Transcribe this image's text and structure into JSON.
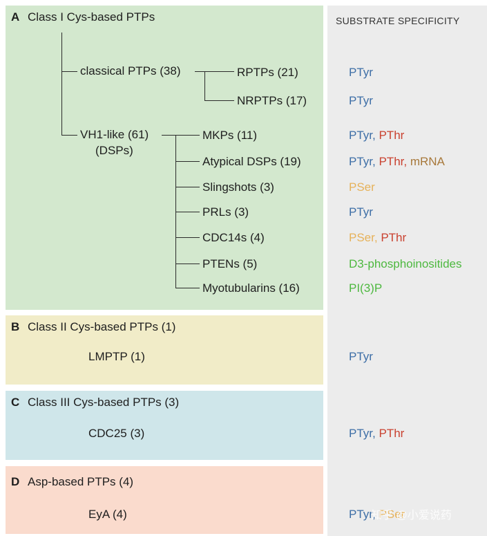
{
  "header": {
    "substrate_specificity": "SUBSTRATE SPECIFICITY"
  },
  "panels": {
    "A": {
      "letter": "A",
      "title": "Class I Cys-based PTPs"
    },
    "B": {
      "letter": "B",
      "title": "Class II Cys-based PTPs (1)",
      "member": "LMPTP (1)"
    },
    "C": {
      "letter": "C",
      "title": "Class III Cys-based PTPs (3)",
      "member": "CDC25 (3)"
    },
    "D": {
      "letter": "D",
      "title": "Asp-based PTPs (4)",
      "member": "EyA (4)"
    }
  },
  "tree": {
    "classical": "classical PTPs (38)",
    "rptps": "RPTPs (21)",
    "nrptps": "NRPTPs (17)",
    "vh1_line1": "VH1-like (61)",
    "vh1_line2": "(DSPs)",
    "vh1_children": [
      "MKPs (11)",
      "Atypical DSPs (19)",
      "Slingshots (3)",
      "PRLs (3)",
      "CDC14s (4)",
      "PTENs (5)",
      "Myotubularins (16)"
    ]
  },
  "substrates": {
    "ptyr": "PTyr",
    "ptyr_comma": "PTyr,",
    "pthr": "PThr",
    "pthr_comma": "PThr,",
    "pser": "PSer",
    "pser_comma": "PSer,",
    "mrna": "mRNA",
    "d3": "D3-phosphoinositides",
    "pi3p": "PI(3)P",
    "pser_partial": "PSer"
  },
  "watermark": "知乎 @小爱说药",
  "colors": {
    "panel_a": "#d3e8ce",
    "panel_b": "#f1ecc8",
    "panel_c": "#cfe6ea",
    "panel_d": "#fadbcd",
    "spec_column": "#ececec",
    "ptyr": "#3d6ea6",
    "pthr": "#c9412f",
    "pser": "#e6b25a",
    "mrna": "#a7783a",
    "phosphoinositide": "#4db83f"
  }
}
